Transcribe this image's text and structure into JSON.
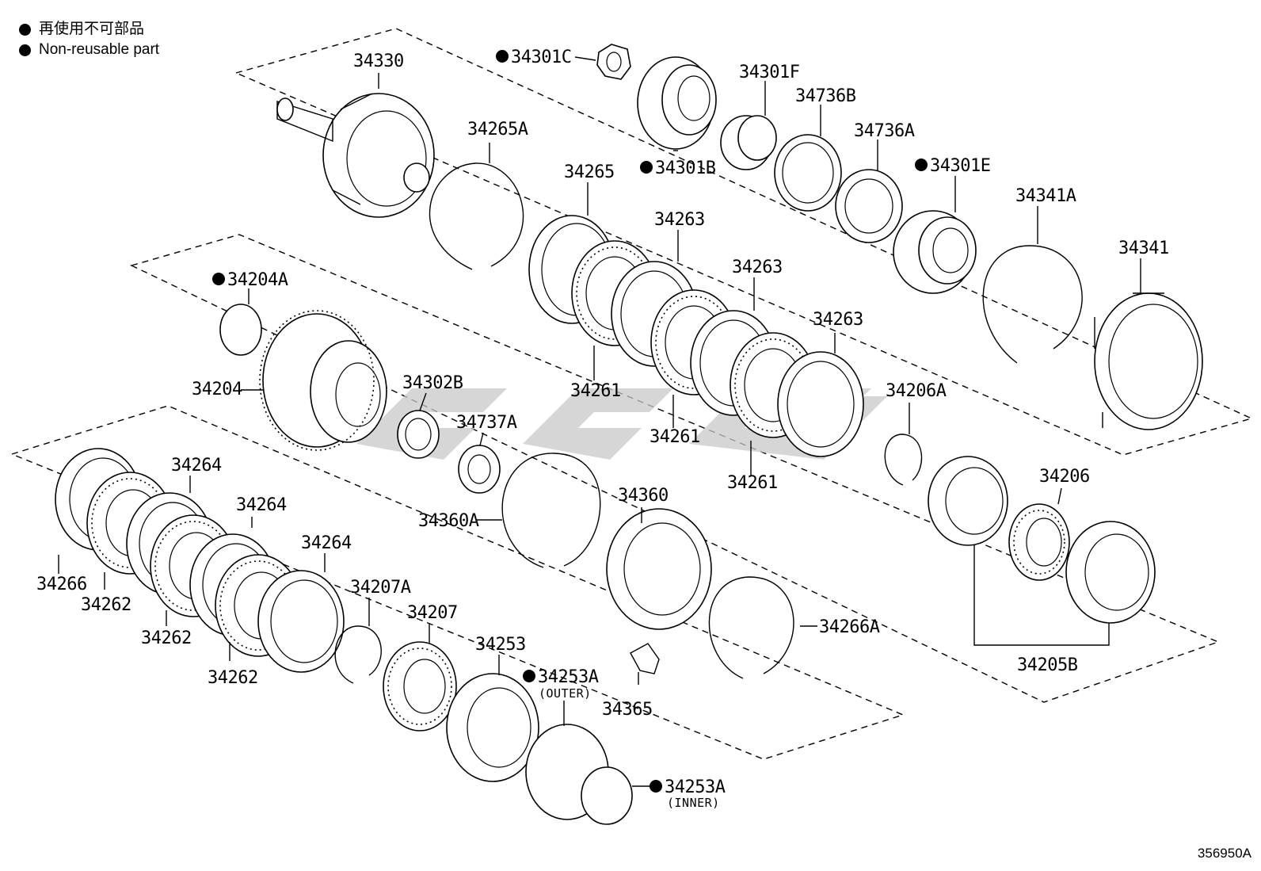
{
  "legend": {
    "japanese": "再使用不可部品",
    "english": "Non-reusable part"
  },
  "document_id": "356950A",
  "parts": {
    "p34330": "34330",
    "p34301C": "34301C",
    "p34301F": "34301F",
    "p34736B": "34736B",
    "p34736A": "34736A",
    "p34301E": "34301E",
    "p34301B": "34301B",
    "p34265A": "34265A",
    "p34265": "34265",
    "p34263_1": "34263",
    "p34263_2": "34263",
    "p34263_3": "34263",
    "p34341A": "34341A",
    "p34341": "34341",
    "p34204A": "34204A",
    "p34204": "34204",
    "p34302B": "34302B",
    "p34737A": "34737A",
    "p34261_1": "34261",
    "p34261_2": "34261",
    "p34261_3": "34261",
    "p34206A": "34206A",
    "p34206": "34206",
    "p34205B": "34205B",
    "p34360A": "34360A",
    "p34360": "34360",
    "p34266A": "34266A",
    "p34365": "34365",
    "p34264_1": "34264",
    "p34264_2": "34264",
    "p34264_3": "34264",
    "p34266": "34266",
    "p34262_1": "34262",
    "p34262_2": "34262",
    "p34262_3": "34262",
    "p34207A": "34207A",
    "p34207": "34207",
    "p34253": "34253",
    "p34253A_outer": "34253A",
    "p34253A_outer_note": "(OUTER)",
    "p34253A_inner": "34253A",
    "p34253A_inner_note": "(INNER)"
  },
  "watermark_text": "SSG"
}
